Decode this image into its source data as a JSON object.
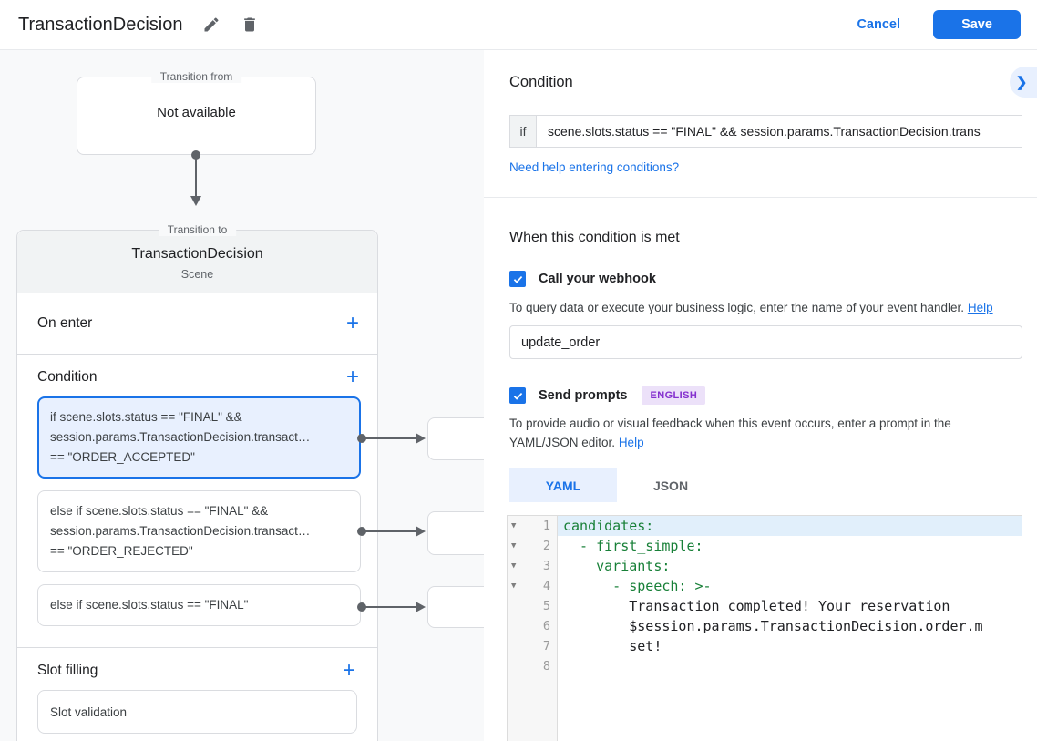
{
  "header": {
    "title": "TransactionDecision",
    "cancel_label": "Cancel",
    "save_label": "Save"
  },
  "canvas": {
    "transition_from": {
      "legend": "Transition from",
      "content": "Not available"
    },
    "scene_card": {
      "legend": "Transition to",
      "title": "TransactionDecision",
      "subtitle": "Scene",
      "on_enter_label": "On enter",
      "condition_label": "Condition",
      "condition_items": [
        {
          "text": "if scene.slots.status == \"FINAL\" &&\nsession.params.TransactionDecision.transact…\n== \"ORDER_ACCEPTED\""
        },
        {
          "text": "else if scene.slots.status == \"FINAL\" &&\nsession.params.TransactionDecision.transact…\n== \"ORDER_REJECTED\""
        },
        {
          "text": "else if scene.slots.status == \"FINAL\""
        }
      ],
      "slot_filling_label": "Slot filling",
      "slot_items": [
        {
          "text": "Slot validation"
        }
      ]
    }
  },
  "panel": {
    "title": "Condition",
    "condition_row": {
      "prefix": "if",
      "value": "scene.slots.status == \"FINAL\" && session.params.TransactionDecision.trans"
    },
    "help_link": "Need help entering conditions?",
    "when_title": "When this condition is met",
    "webhook": {
      "label": "Call your webhook",
      "description": "To query data or execute your business logic, enter the name of your event handler.",
      "help_label": "Help",
      "value": "update_order"
    },
    "prompts": {
      "label": "Send prompts",
      "badge": "ENGLISH",
      "description": "To provide audio or visual feedback when this event occurs, enter a prompt in the YAML/JSON editor.",
      "help_label": "Help"
    },
    "tabs": [
      {
        "label": "YAML"
      },
      {
        "label": "JSON"
      }
    ],
    "editor": {
      "lines": [
        {
          "num": "1",
          "text": "candidates:"
        },
        {
          "num": "2",
          "text": "  - first_simple:"
        },
        {
          "num": "3",
          "text": "    variants:"
        },
        {
          "num": "4",
          "text": "      - speech: >-"
        },
        {
          "num": "5",
          "text": "        Transaction completed! Your reservation"
        },
        {
          "num": "6",
          "text": "        $session.params.TransactionDecision.order.m"
        },
        {
          "num": "7",
          "text": "        set!"
        },
        {
          "num": "8",
          "text": ""
        }
      ]
    }
  },
  "colors": {
    "accent": "#1a73e8",
    "selected_bg": "#e8f0fe",
    "yaml_key": "#188038",
    "badge_bg": "#ece1f9",
    "badge_text": "#8430ce"
  }
}
